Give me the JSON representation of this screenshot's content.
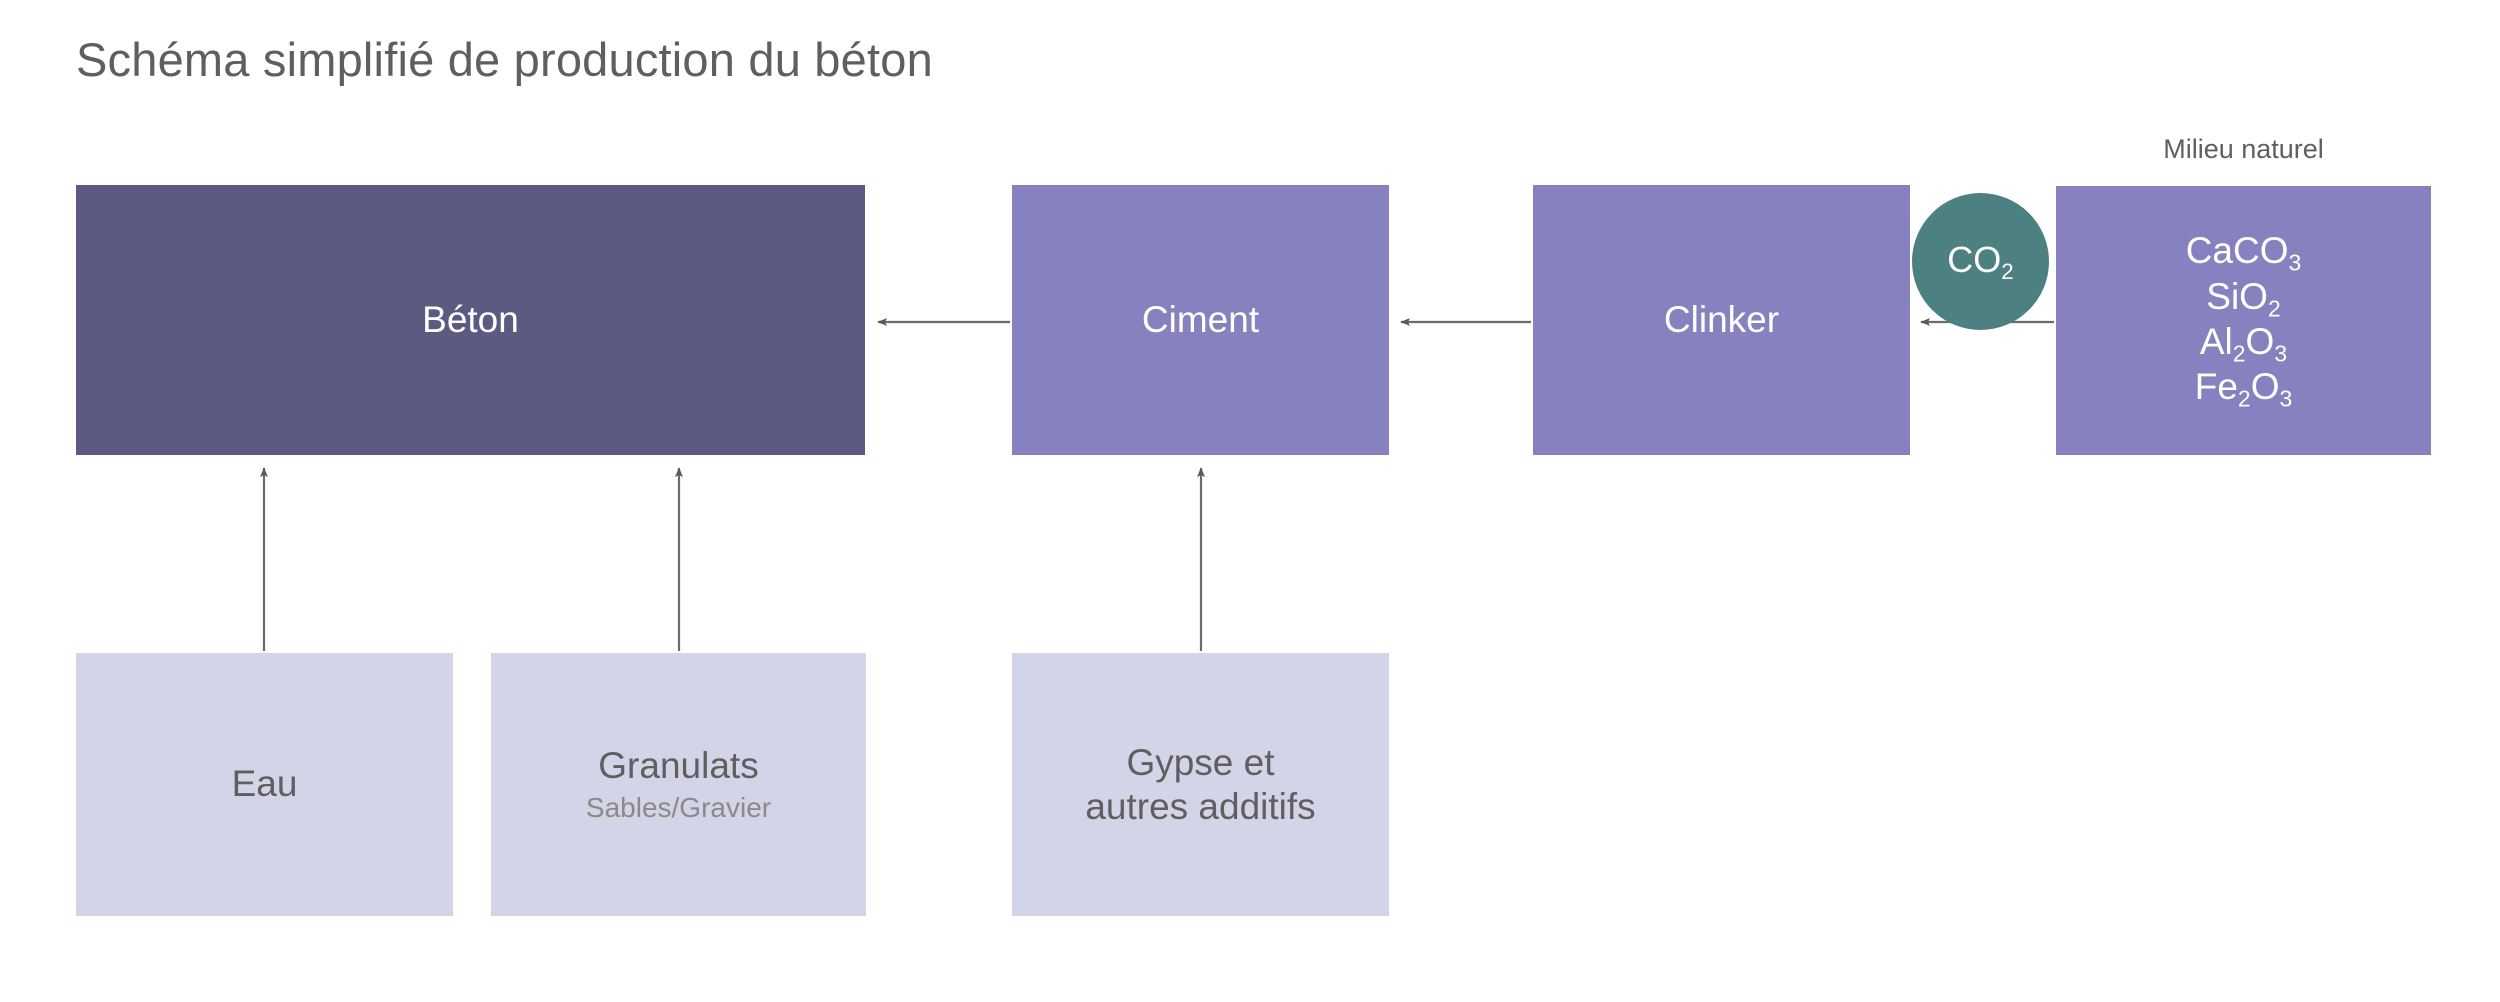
{
  "title": "Schéma simplifié de production du béton",
  "captions": {
    "milieu_naturel": "Milieu naturel"
  },
  "nodes": {
    "beton": {
      "label": "Béton"
    },
    "ciment": {
      "label": "Ciment"
    },
    "clinker": {
      "label": "Clinker"
    },
    "eau": {
      "label": "Eau"
    },
    "granulats": {
      "label": "Granulats",
      "sublabel": "Sables/Gravier"
    },
    "gypse": {
      "line1": "Gypse et",
      "line2": "autres additifs"
    },
    "matieres_premieres": {
      "formulas": [
        {
          "base1": "CaCO",
          "sub1": "3",
          "base2": "",
          "sub2": ""
        },
        {
          "base1": "SiO",
          "sub1": "2",
          "base2": "",
          "sub2": ""
        },
        {
          "base1": "Al",
          "sub1": "2",
          "base2": "O",
          "sub2": "3"
        },
        {
          "base1": "Fe",
          "sub1": "2",
          "base2": "O",
          "sub2": "3"
        }
      ]
    },
    "co2": {
      "base": "CO",
      "sub": "2"
    }
  },
  "colors": {
    "node_primary": "#5d5a81",
    "node_process": "#8781bf",
    "node_input": "#d4d4e8",
    "bubble": "#4d8080",
    "text_dark": "#5f5f5f",
    "text_light": "#ffffff",
    "connector": "#5a5a5a",
    "background": "#ffffff"
  },
  "flow": {
    "edges": [
      {
        "from": "ciment",
        "to": "beton",
        "direction": "left"
      },
      {
        "from": "clinker",
        "to": "ciment",
        "direction": "left"
      },
      {
        "from": "matieres_premieres",
        "to": "clinker",
        "direction": "left"
      },
      {
        "from": "eau",
        "to": "beton",
        "direction": "up"
      },
      {
        "from": "granulats",
        "to": "beton",
        "direction": "up"
      },
      {
        "from": "gypse",
        "to": "ciment",
        "direction": "up"
      }
    ]
  }
}
